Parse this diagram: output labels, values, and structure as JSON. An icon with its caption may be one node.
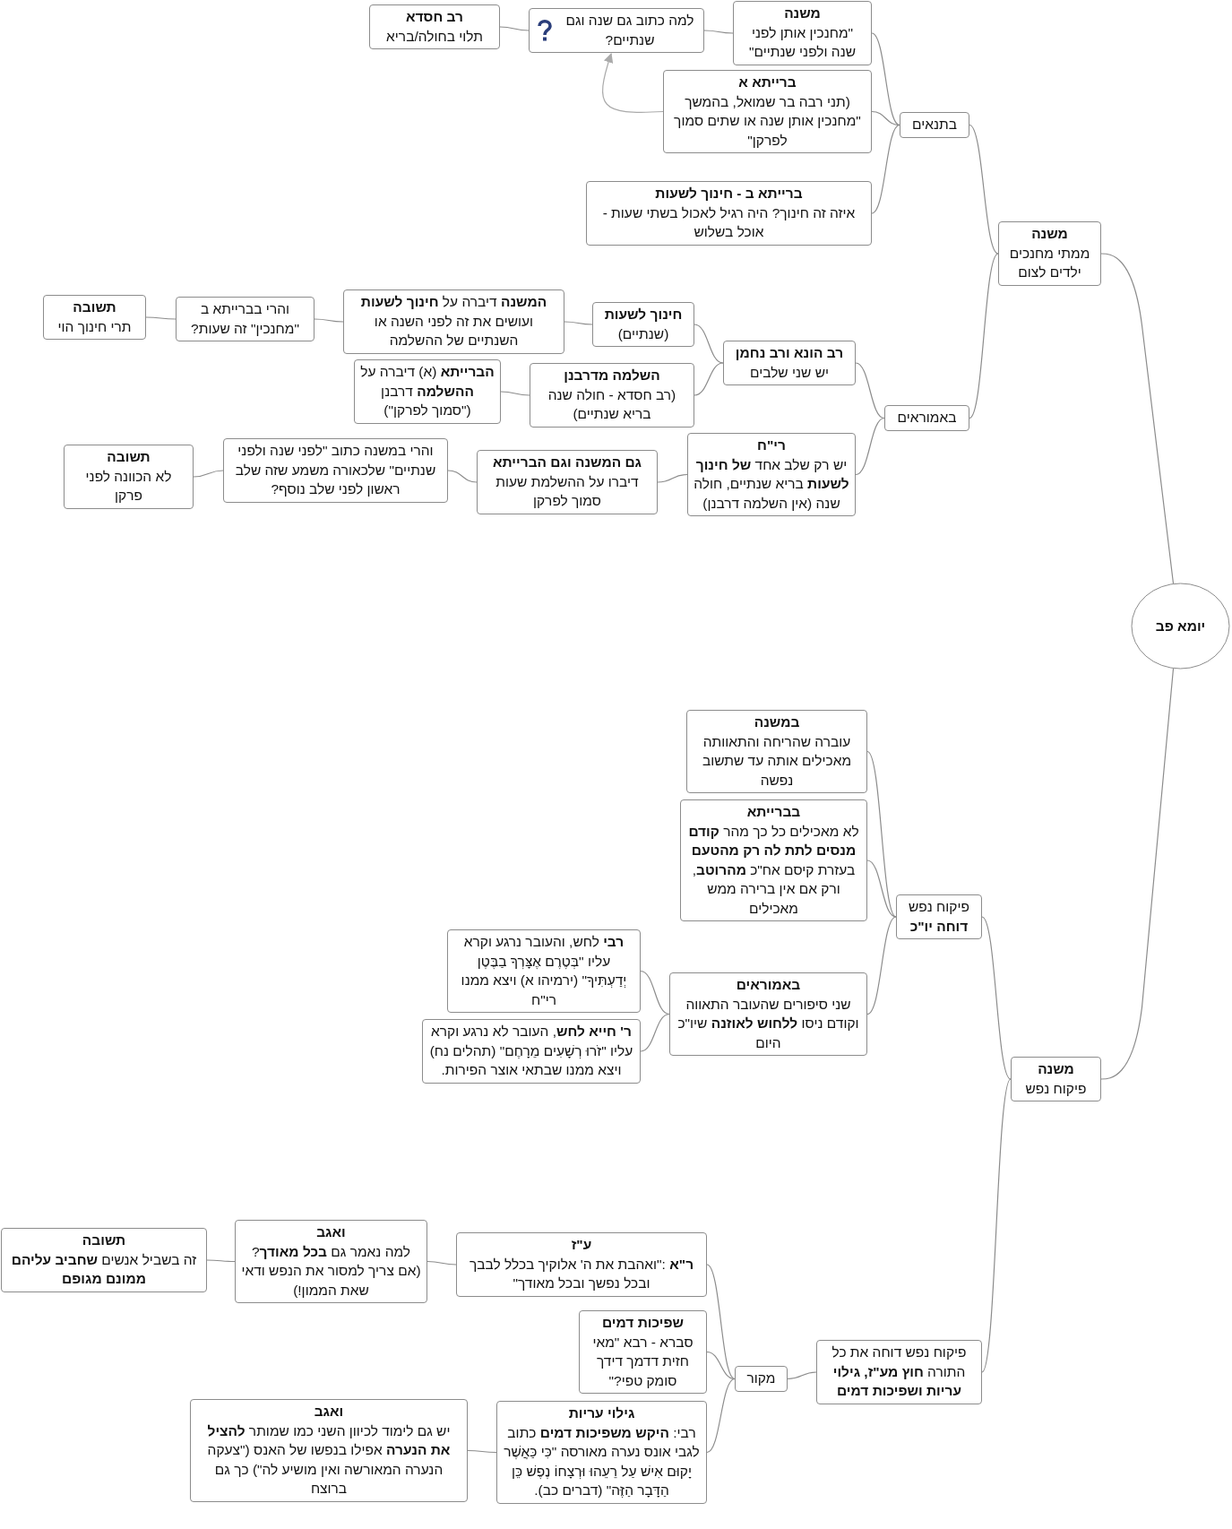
{
  "diagram": {
    "nodes": [
      {
        "text": [
          "יומא פב"
        ]
      },
      {
        "text": [
          "משנה",
          "ממתי מחנכים ילדים לצום"
        ]
      },
      {
        "text": [
          "בתנאים"
        ]
      },
      {
        "text": [
          "משנה",
          "\"מחנכין אותן לפני שנה ולפני שנתיים\""
        ]
      },
      {
        "text": [
          "למה כתוב גם שנה וגם שנתיים?"
        ]
      },
      {
        "text": [
          "רב חסדא",
          "תלוי בחולה/בריא"
        ]
      },
      {
        "text": [
          "ברייתא א",
          "(תני רבה בר שמואל, בהמשך \"מחנכין אותן שנה או שתים סמוך לפרקן\""
        ]
      },
      {
        "text": [
          "ברייתא ב - חינוך לשעות",
          "איזה זה חינוך? היה רגיל לאכול בשתי שעות - אוכל בשלוש"
        ]
      },
      {
        "text": [
          "באמוראים"
        ]
      },
      {
        "text": [
          "רב הונא ורב נחמן",
          "יש שני שלבים"
        ]
      },
      {
        "text": [
          "חינוך לשעות",
          "(שנתיים)"
        ]
      },
      {
        "text": [
          "**המשנה** דיברה על **חינוך לשעות** ועושים את זה לפני השנה או השנתיים של ההשלמה"
        ]
      },
      {
        "text": [
          "והרי בברייתא ב \"מחנכין\" זה שעות?"
        ]
      },
      {
        "text": [
          "תשובה",
          "תרי חינוך הוי"
        ]
      },
      {
        "text": [
          "השלמה מדרבנן",
          "(רב חסדא - חולה שנה בריא שנתיים)"
        ]
      },
      {
        "text": [
          "**הברייתא** (א) דיברה על **ההשלמה** דרבנן (\"סמוך לפרקן\")"
        ]
      },
      {
        "text": [
          "רי\"ח",
          "יש רק שלב אחד **של חינוך לשעות** בריא שנתיים, חולה שנה (אין השלמה דרבנן)"
        ]
      },
      {
        "text": [
          "גם המשנה וגם הברייתא",
          "דיברו על ההשלמת שעות סמוך לפרקן"
        ]
      },
      {
        "text": [
          "והרי במשנה כתוב \"לפני שנה ולפני שנתיים\" שלכאורה משמע שזה שלב ראשון לפני שלב נוסף?"
        ]
      },
      {
        "text": [
          "תשובה",
          "לא הכוונה לפני פרקן"
        ]
      },
      {
        "text": [
          "משנה",
          "פיקוח נפש"
        ]
      },
      {
        "text": [
          "פיקוח נפש **דוחה יו\"כ**"
        ]
      },
      {
        "text": [
          "במשנה",
          "עוברה שהריחה והתאוותה מאכילים אותה עד שתשוב נפשה"
        ]
      },
      {
        "text": [
          "בברייתא",
          "לא מאכילים כל כך מהר **קודם מנסים לתת לה** **רק מהטעם** בעזרת קיסם אח\"כ **מהרוטב**, ורק אם אין ברירה ממש מאכילים"
        ]
      },
      {
        "text": [
          "באמוראים",
          "שני סיפורים שהעובר התאווה וקודם ניסו **ללחוש לאוזנה** שיו\"כ היום"
        ]
      },
      {
        "text": [
          "**רבי** לחש, והעובר נרגע וקרא עליו \"בְּטֶרֶם אֶצָּרְךָ בַבֶּטֶן יְדַעְתִּיךָ\" (ירמיהו א) ויצא ממנו רי\"ח"
        ]
      },
      {
        "text": [
          "**ר' חייא לחש**, העובר לא נרגע וקרא עליו \"זֹרוּ רְשָׁעִים מֵרָחֶם\" (תהלים נח) ויצא ממנו שבתאי אוצר הפירות."
        ]
      },
      {
        "text": [
          "פיקוח נפש דוחה את כל התורה **חוץ מע\"ז, גילוי עריות ושפיכות דמים**"
        ]
      },
      {
        "text": [
          "מקור"
        ]
      },
      {
        "text": [
          "ע\"ז",
          "**ר\"א** :\"ואהבת את ה' אלוקיך בכלל לבבך ובכל נפשך ובכל מאודך\""
        ]
      },
      {
        "text": [
          "ואגב",
          "למה נאמר גם **בכל מאודך**? (אם צריך למסור את הנפש ודאי שאת הממון!)"
        ]
      },
      {
        "text": [
          "תשובה",
          "זה בשביל אנשים **שחביב עליהם ממונם מגופם**"
        ]
      },
      {
        "text": [
          "שפיכות דמים",
          "סברא - רבא \"מאי חזית דדמך דידך סומק טפי?\""
        ]
      },
      {
        "text": [
          "גילוי עריות",
          "רבי: **היקש משפיכות דמים** כתוב לגבי אונס נערה מאורסה \"כִּי כַּאֲשֶׁר יָקוּם אִישׁ עַל רֵעֵהוּ וּרְצָחוֹ נֶפֶשׁ כֵּן הַדָּבָר הַזֶּה\" (דברים כב)."
        ]
      },
      {
        "text": [
          "ואגב",
          "יש גם לימוד לכיוון השני כמו שמותר **להציל את הנערה** אפילו בנפשו של האנס (\"צעקה הנערה המאורשה ואין מושיע לה\") כך גם ברוצח"
        ]
      }
    ],
    "edges": [
      {
        "from": 0,
        "to": 1,
        "arrow": "none"
      },
      {
        "from": 1,
        "to": 2,
        "arrow": "none"
      },
      {
        "from": 2,
        "to": 3,
        "arrow": "none"
      },
      {
        "from": 3,
        "to": 4,
        "arrow": "none"
      },
      {
        "from": 4,
        "to": 5,
        "arrow": "none"
      },
      {
        "from": 2,
        "to": 6,
        "arrow": "none"
      },
      {
        "from": 6,
        "to": 4,
        "arrow": "to",
        "color": "#aaaaaa"
      },
      {
        "from": 2,
        "to": 7,
        "arrow": "none"
      },
      {
        "from": 1,
        "to": 8,
        "arrow": "none"
      },
      {
        "from": 8,
        "to": 9,
        "arrow": "none"
      },
      {
        "from": 9,
        "to": 10,
        "arrow": "none"
      },
      {
        "from": 10,
        "to": 11,
        "arrow": "none"
      },
      {
        "from": 11,
        "to": 12,
        "arrow": "none"
      },
      {
        "from": 12,
        "to": 13,
        "arrow": "none"
      },
      {
        "from": 9,
        "to": 14,
        "arrow": "none"
      },
      {
        "from": 14,
        "to": 15,
        "arrow": "none"
      },
      {
        "from": 8,
        "to": 16,
        "arrow": "none"
      },
      {
        "from": 16,
        "to": 17,
        "arrow": "none"
      },
      {
        "from": 17,
        "to": 18,
        "arrow": "none"
      },
      {
        "from": 18,
        "to": 19,
        "arrow": "none"
      },
      {
        "from": 0,
        "to": 20,
        "arrow": "none"
      },
      {
        "from": 20,
        "to": 21,
        "arrow": "none"
      },
      {
        "from": 21,
        "to": 22,
        "arrow": "none"
      },
      {
        "from": 21,
        "to": 23,
        "arrow": "none"
      },
      {
        "from": 21,
        "to": 24,
        "arrow": "none"
      },
      {
        "from": 24,
        "to": 25,
        "arrow": "none"
      },
      {
        "from": 24,
        "to": 26,
        "arrow": "none"
      },
      {
        "from": 20,
        "to": 27,
        "arrow": "none"
      },
      {
        "from": 27,
        "to": 28,
        "arrow": "none"
      },
      {
        "from": 28,
        "to": 29,
        "arrow": "none"
      },
      {
        "from": 29,
        "to": 30,
        "arrow": "none"
      },
      {
        "from": 30,
        "to": 31,
        "arrow": "none"
      },
      {
        "from": 28,
        "to": 32,
        "arrow": "none"
      },
      {
        "from": 28,
        "to": 33,
        "arrow": "none"
      },
      {
        "from": 33,
        "to": 34,
        "arrow": "none"
      }
    ]
  }
}
